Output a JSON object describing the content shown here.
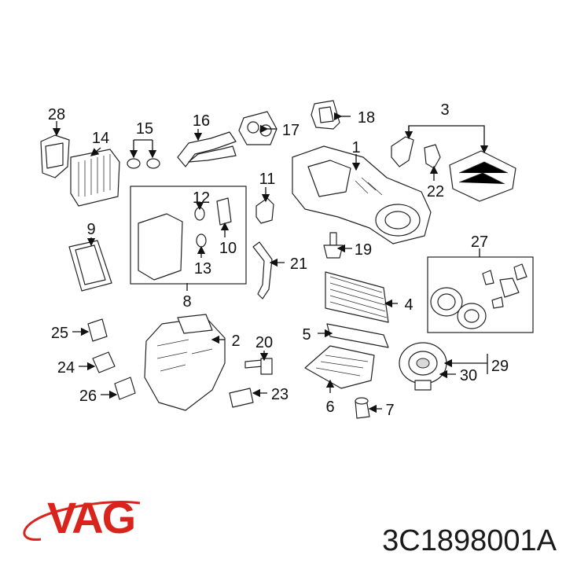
{
  "callouts": [
    "1",
    "2",
    "3",
    "4",
    "5",
    "6",
    "7",
    "8",
    "9",
    "10",
    "11",
    "12",
    "13",
    "14",
    "15",
    "16",
    "17",
    "18",
    "19",
    "20",
    "21",
    "22",
    "23",
    "24",
    "25",
    "26",
    "27",
    "28",
    "29",
    "30"
  ],
  "brand": {
    "logo_text": "VAG",
    "logo_color": "#d9231d"
  },
  "part_number": "3C1898001A"
}
